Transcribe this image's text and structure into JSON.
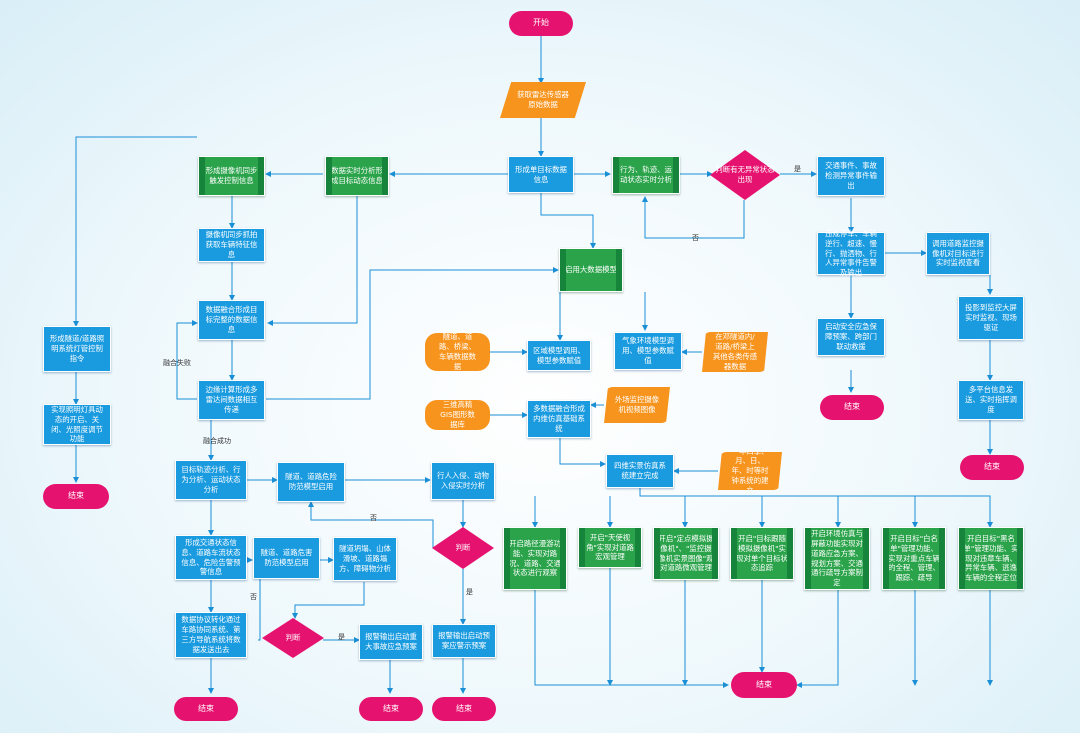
{
  "nodes": {
    "start": "开始",
    "acquire": "获取雷达传感器原始数据",
    "single_data": "形成单目标数据信息",
    "behavior": "行为、轨迹、运动状态实时分析",
    "judge_abnormal": "判断有无异常状态出现",
    "traffic_event": "交通事件、事故检测异常事件输出",
    "realtime_analysis": "数据实时分析形成目标动态信息",
    "camera_sync_ctrl": "形成摄像机同步触发控制信息",
    "camera_capture": "摄像机同步抓拍获取车辆特征信息",
    "fusion_data": "数据融合形成目标完整的数据信息",
    "edge_compute": "边缘计算形成多雷达间数据相互传递",
    "bigdata": "启用大数据模型",
    "tunnel_light_cmd": "形成隧道/道路照明系统灯管控制指令",
    "light_adjust": "实现照明灯具动态的开启、关闭、光照度调节功能",
    "end1": "结束",
    "tunnel_road_data": "隧道、道路、桥梁、车辆数据数据",
    "region_model": "区域模型调用、模型参数赋值",
    "weather_model": "气象环境模型调用、模型参数赋值",
    "weather_data": "在邓隧道内/道路/桥梁上其他各类传感器数据",
    "gis_data": "三维高精GIS图形数据库",
    "multi_fusion": "多数据融合形成内维仿真基础系统",
    "outside_camera": "外场监控摄像机视频图像",
    "twin_system": "四维实景仿真系统建立完成",
    "time_data": "一年四季、月、日、年、时等时钟系统的建立",
    "target_track": "目标轨迹分析、行为分析、运动状态分析",
    "tunnel_model": "隧道、道路危险防范模型启用",
    "pedestrian": "行人入侵、动物入侵实时分析",
    "judge1": "判断",
    "traffic_status": "形成交通状态信息、道路车流状态信息、危险告警预警信息",
    "tunnel_model2": "隧道、道路危害防范模型启用",
    "tunnel_landslide": "隧道坍塌、山体滑坡、道路塌方、障碍物分析",
    "judge2": "判断",
    "protocol": "数据协议转化通过车路协同系统、第三方导航系统将数据发送出去",
    "end_l": "结束",
    "alarm1": "报警输出启动重大事故应急预案",
    "end_m1": "结束",
    "alarm2": "报警输出启动预案应警示预案",
    "end_m2": "结束",
    "abnormal_event": "违规停车、车辆逆行、超速、慢行、抛洒物、行人异常事件告警及输出",
    "emergency": "启动安全应急保障预案、跨部门联动救援",
    "end_r1": "结束",
    "call_camera": "调用道路监控摄像机对目标进行实时监视查看",
    "project_screen": "投影到监控大屏实时监视、现场驱证",
    "multi_platform": "多平台信息发送、实时指挥调度",
    "end_r2": "结束",
    "f1": "开启路径漫游功能、实现对路况、道路、交通状态进行观察",
    "f2": "开启\"天使视角\"实现对道路宏观管理",
    "f3": "开启\"定点模拟摄像机\"、\"监控摄像机实景图像\"观对道路微观管理",
    "f4": "开启\"目标跟随模拟摄像机\"实现对单个目标状态追踪",
    "f5": "开启环境仿真与屏蔽功能实现对道路应急方案、规划方案、交通通行疏导方案制定",
    "f6": "开启目标\"白名单\"管理功能、实现对重点车辆的全程、管理、跟踪、疏导",
    "f7": "开启目标\"黑名单\"管理功能、实现对违章车辆、异常车辆、逃逸车辆的全程定位",
    "end_bottom": "结束"
  },
  "labels": {
    "yes": "是",
    "no": "否",
    "fusion_fail": "融合失败",
    "fusion_ok": "融合成功"
  }
}
